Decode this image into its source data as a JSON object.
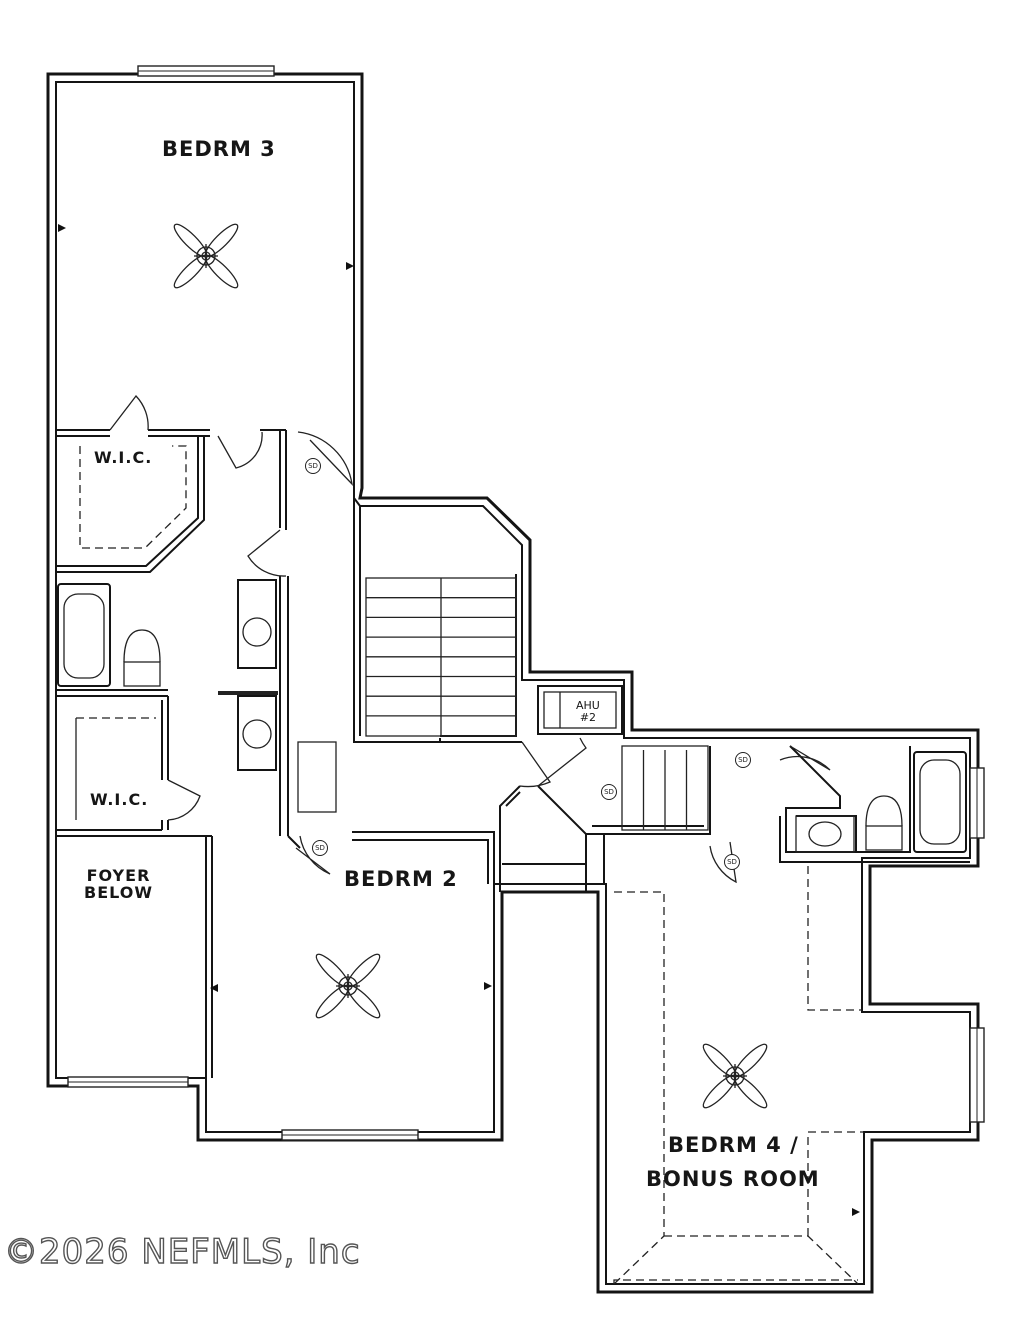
{
  "rooms": {
    "bedroom3": "BEDRM 3",
    "wic_upper": "W.I.C.",
    "wic_lower": "W.I.C.",
    "foyer_below": "FOYER\nBELOW",
    "bedroom2": "BEDRM 2",
    "bedroom4_line1": "BEDRM 4 /",
    "bedroom4_line2": "BONUS ROOM",
    "ahu": "AHU\n#2"
  },
  "smoke_detector_label": "SD",
  "watermark": "©2026 NEFMLS, Inc"
}
